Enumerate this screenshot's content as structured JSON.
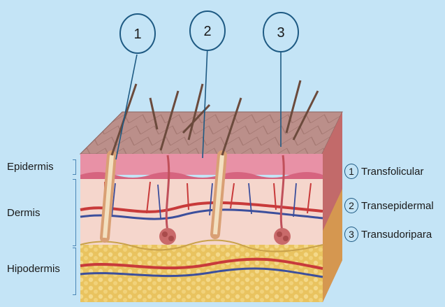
{
  "markers": [
    {
      "label": "1"
    },
    {
      "label": "2"
    },
    {
      "label": "3"
    }
  ],
  "layers": {
    "epidermis": "Epidermis",
    "dermis": "Dermis",
    "hipodermis": "Hipodermis"
  },
  "legend": [
    {
      "number": "1",
      "text": "Transfolicular"
    },
    {
      "number": "2",
      "text": "Transepidermal"
    },
    {
      "number": "3",
      "text": "Transudoripara"
    }
  ],
  "colors": {
    "background": "#c4e4f6",
    "marker_stroke": "#1e5a83",
    "epidermis": "#e58aa0",
    "dermis": "#f6d4c8",
    "hipodermis": "#e8c060",
    "surface": "#b88a86"
  }
}
